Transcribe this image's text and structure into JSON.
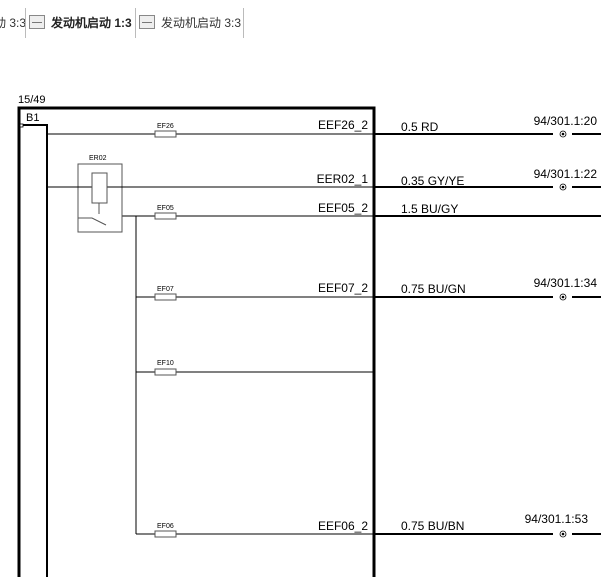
{
  "tabs": [
    {
      "label": "动 3:3"
    },
    {
      "label": "发动机启动 1:3",
      "active": true
    },
    {
      "label": "发动机启动 3:3"
    }
  ],
  "diagram": {
    "page": "15/49",
    "component": "B1",
    "relay": "ER02",
    "circuits": [
      {
        "fuse": "EF26",
        "pin": "EEF26_2",
        "wire": "0.5 RD",
        "connector": "94/301.1:20"
      },
      {
        "fuse": "",
        "pin": "EER02_1",
        "wire": "0.35 GY/YE",
        "connector": "94/301.1:22"
      },
      {
        "fuse": "EF05",
        "pin": "EEF05_2",
        "wire": "1.5 BU/GY",
        "connector": ""
      },
      {
        "fuse": "EF07",
        "pin": "EEF07_2",
        "wire": "0.75 BU/GN",
        "connector": "94/301.1:34"
      },
      {
        "fuse": "EF10",
        "pin": "",
        "wire": "",
        "connector": ""
      },
      {
        "fuse": "EF06",
        "pin": "EEF06_2",
        "wire": "0.75 BU/BN",
        "connector": "94/301.1:53"
      }
    ]
  }
}
